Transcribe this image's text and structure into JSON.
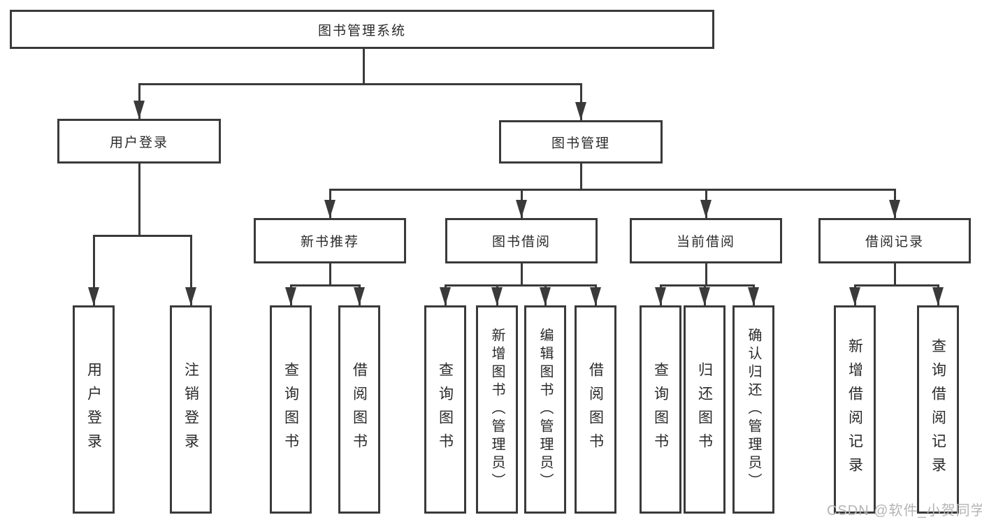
{
  "diagram": {
    "type": "hierarchy-tree",
    "root": {
      "label": "图书管理系统"
    },
    "branches": [
      {
        "id": "user-login",
        "label": "用户登录"
      },
      {
        "id": "book-management",
        "label": "图书管理"
      }
    ],
    "modules": [
      {
        "id": "new-book-recommendation",
        "label": "新书推荐",
        "parent": "图书管理"
      },
      {
        "id": "book-borrowing",
        "label": "图书借阅",
        "parent": "图书管理"
      },
      {
        "id": "current-borrowing",
        "label": "当前借阅",
        "parent": "图书管理"
      },
      {
        "id": "borrowing-records",
        "label": "借阅记录",
        "parent": "图书管理"
      }
    ],
    "leaves": [
      {
        "id": "user-login-action",
        "label": "用户登录",
        "parent": "用户登录"
      },
      {
        "id": "logout-action",
        "label": "注销登录",
        "parent": "用户登录"
      },
      {
        "id": "query-books-recommend",
        "label": "查询图书",
        "parent": "新书推荐"
      },
      {
        "id": "borrow-books-recommend",
        "label": "借阅图书",
        "parent": "新书推荐"
      },
      {
        "id": "query-books-borrowing",
        "label": "查询图书",
        "parent": "图书借阅"
      },
      {
        "id": "add-books-admin",
        "label": "新增图书（管理员）",
        "parent": "图书借阅"
      },
      {
        "id": "edit-books-admin",
        "label": "编辑图书（管理员）",
        "parent": "图书借阅"
      },
      {
        "id": "borrow-books-borrowing",
        "label": "借阅图书",
        "parent": "图书借阅"
      },
      {
        "id": "query-books-current",
        "label": "查询图书",
        "parent": "当前借阅"
      },
      {
        "id": "return-books",
        "label": "归还图书",
        "parent": "当前借阅"
      },
      {
        "id": "confirm-return-admin",
        "label": "确认归还（管理员）",
        "parent": "当前借阅"
      },
      {
        "id": "add-borrow-record",
        "label": "新增借阅记录",
        "parent": "借阅记录"
      },
      {
        "id": "query-borrow-record",
        "label": "查询借阅记录",
        "parent": "借阅记录"
      }
    ],
    "colors": {
      "line": "#3a3a3a",
      "text": "#2a2a2a",
      "background": "#ffffff",
      "watermark": "#b4b4b4"
    },
    "watermark": "CSDN @软件_小贺同学"
  }
}
